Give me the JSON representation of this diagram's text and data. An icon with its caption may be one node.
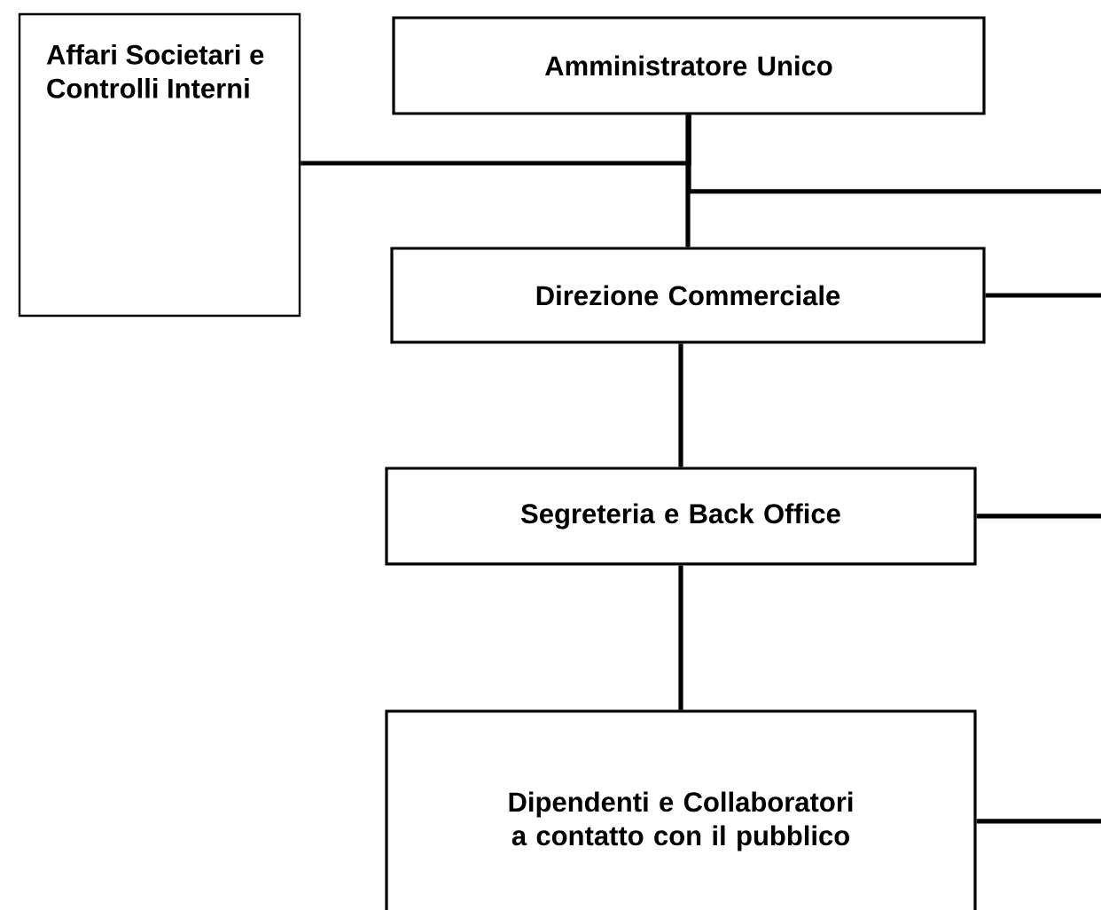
{
  "diagram": {
    "nodes": [
      {
        "text": [
          "Affari Societari e Controlli Interni"
        ]
      },
      {
        "text": [
          "Amministratore Unico"
        ]
      },
      {
        "text": [
          "Direzione Commerciale"
        ]
      },
      {
        "text": [
          "Segreteria e Back Office"
        ]
      },
      {
        "text": [
          "Dipendenti e Collaboratori a contatto con il pubblico"
        ]
      }
    ],
    "edges": [
      {
        "from": 0,
        "to": 1,
        "arrow": "none"
      },
      {
        "from": 1,
        "to": 2,
        "arrow": "none"
      },
      {
        "from": 1,
        "to": null,
        "arrow": "none"
      },
      {
        "from": 2,
        "to": null,
        "arrow": "none"
      },
      {
        "from": 2,
        "to": 3,
        "arrow": "none"
      },
      {
        "from": 3,
        "to": null,
        "arrow": "none"
      },
      {
        "from": 3,
        "to": 4,
        "arrow": "none"
      },
      {
        "from": 4,
        "to": null,
        "arrow": "none"
      }
    ]
  }
}
